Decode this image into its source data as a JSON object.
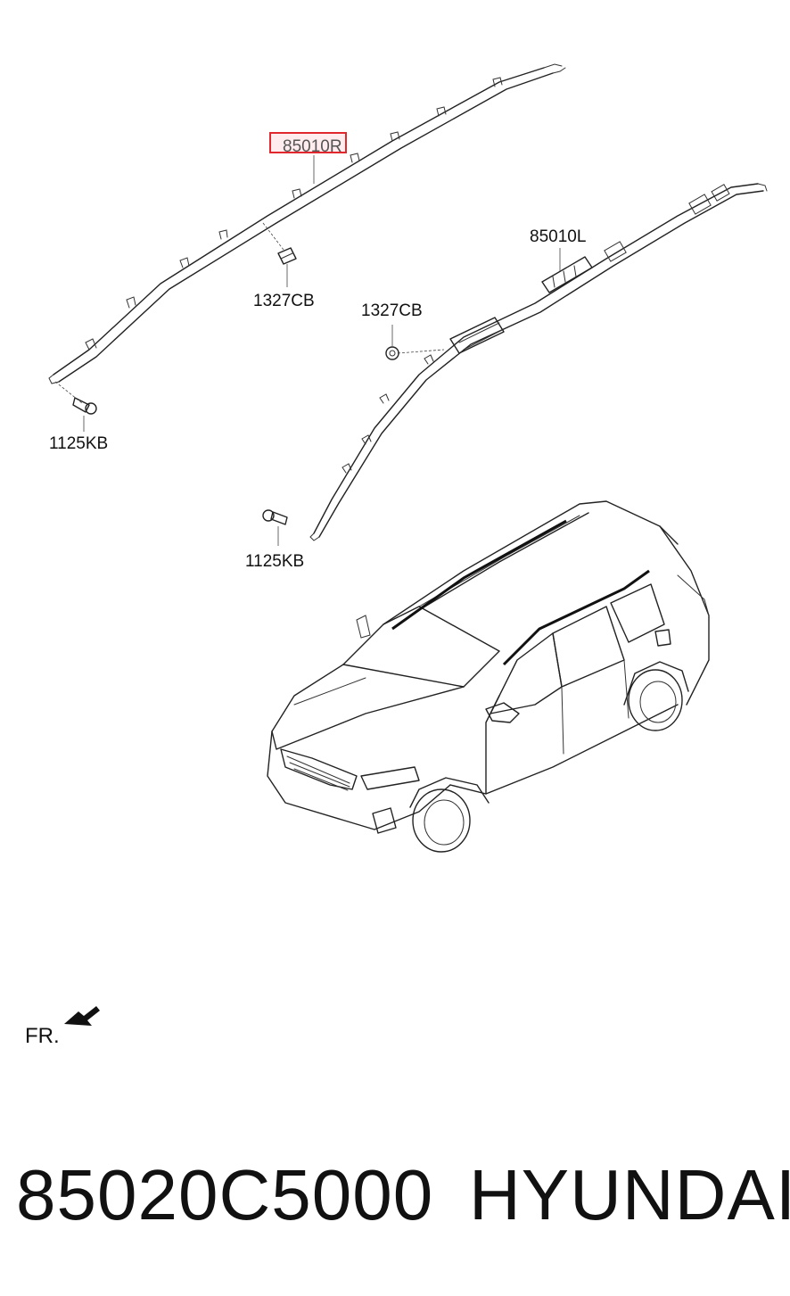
{
  "diagram": {
    "callouts": {
      "curtain_airbag_right": "85010R",
      "curtain_airbag_left": "85010L",
      "clip_upper": "1327CB",
      "clip_lower": "1327CB",
      "bolt_upper": "1125KB",
      "bolt_lower": "1125KB"
    },
    "front_indicator": "FR."
  },
  "footer": {
    "part_number": "85020C5000",
    "brand": "HYUNDAI"
  },
  "colors": {
    "line": "#222222",
    "highlight_border": "#e0282e",
    "text": "#111111"
  }
}
